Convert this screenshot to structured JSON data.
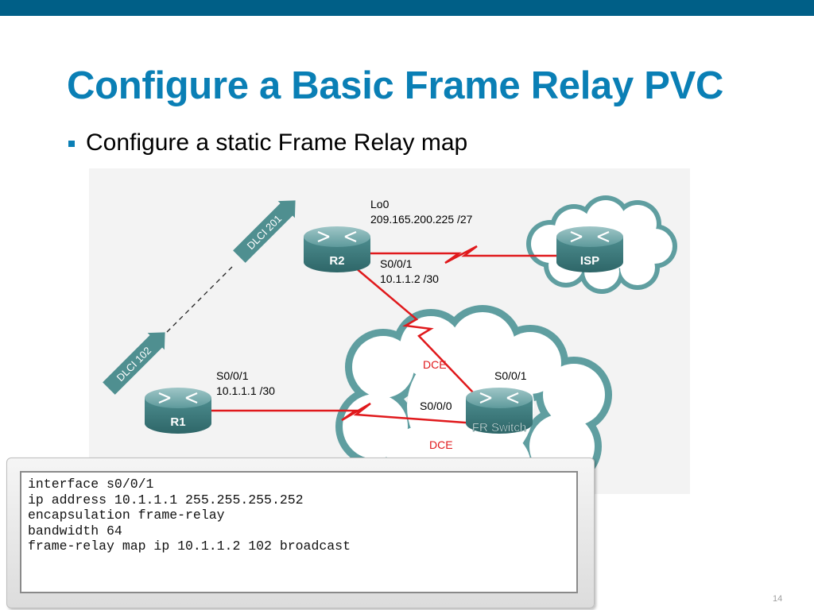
{
  "slide": {
    "title": "Configure a Basic Frame Relay PVC",
    "bullet": "Configure a static Frame Relay map",
    "page_number": "14"
  },
  "diagram": {
    "routers": {
      "r1": "R1",
      "r2": "R2",
      "isp": "ISP",
      "fr_switch": "FR Switch"
    },
    "dlci_r2": "DLCI 201",
    "dlci_r1": "DLCI 102",
    "r2_loopback": {
      "name": "Lo0",
      "ip": "209.165.200.225 /27"
    },
    "r2_serial": {
      "name": "S0/0/1",
      "ip": "10.1.1.2 /30"
    },
    "r1_serial": {
      "name": "S0/0/1",
      "ip": "10.1.1.1 /30"
    },
    "switch_upper_port": "S0/0/1",
    "switch_lower_port": "S0/0/0",
    "dce_upper": "DCE",
    "dce_lower": "DCE"
  },
  "colors": {
    "accent": "#0a7fb5",
    "top_bar": "#005f87",
    "link": "#e0191c",
    "cloud_outline": "#5f9ea0",
    "router": "#3f7e80"
  },
  "config": {
    "lines": [
      "interface s0/0/1",
      "ip address 10.1.1.1 255.255.255.252",
      "encapsulation frame-relay",
      "bandwidth 64",
      "frame-relay map ip 10.1.1.2 102 broadcast"
    ]
  }
}
